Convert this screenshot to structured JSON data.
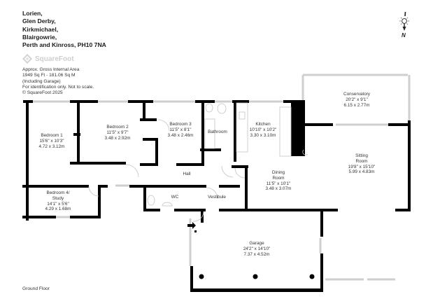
{
  "header": {
    "address_lines": [
      "Lorien,",
      "Glen Derby,",
      "Kirkmichael,",
      "Blairgowrie,",
      "Perth and Kinross, PH10 7NA"
    ]
  },
  "brand": {
    "name": "SquareFoot",
    "logo_color": "#cfcfcf"
  },
  "notes": {
    "line1": "Approx. Gross Internal Area",
    "line2": "1949 Sq Ft  -  181.06 Sq M",
    "line3": "(Including Garage)",
    "line4": "For identification only. Not to scale.",
    "line5": "© SquareFoot 2025"
  },
  "compass": {
    "label": "N",
    "icon": "sun-north-arrow-icon"
  },
  "rooms": [
    {
      "name": "Bedroom 1",
      "imperial": "15'6\" x 10'3\"",
      "metric": "4.72 x 3.12m"
    },
    {
      "name": "Bedroom 2",
      "imperial": "11'5\" x 9'7\"",
      "metric": "3.48 x 2.92m"
    },
    {
      "name": "Bedroom 3",
      "imperial": "11'5\" x 8'1\"",
      "metric": "3.48 x 2.46m"
    },
    {
      "name": "Bathroom"
    },
    {
      "name": "Kitchen",
      "imperial": "10'10\" x 10'2\"",
      "metric": "3.30 x 3.10m"
    },
    {
      "name": "Conservatory",
      "imperial": "20'2\" x 9'1\"",
      "metric": "6.15 x 2.77m"
    },
    {
      "name_line1": "Sitting",
      "name_line2": "Room",
      "imperial": "19'8\" x 15'10\"",
      "metric": "5.99 x 4.83m"
    },
    {
      "name_line1": "Dining",
      "name_line2": "Room",
      "imperial": "11'5\" x 10'1\"",
      "metric": "3.48 x 3.07m"
    },
    {
      "name": "Hall"
    },
    {
      "name_line1": "Bedroom 4/",
      "name_line2": "Study",
      "imperial": "14'1\" x 5'6\"",
      "metric": "4.29 x 1.68m"
    },
    {
      "name": "WC"
    },
    {
      "name": "Vestibule"
    },
    {
      "name": "Garage",
      "imperial": "24'2\" x 14'10\"",
      "metric": "7.37 x 4.52m"
    }
  ],
  "floor": {
    "label": "Ground Floor"
  },
  "colors": {
    "wall": "#000000",
    "window": "#d8d8d8",
    "fixture": "#c8c8c8",
    "text": "#333333"
  }
}
